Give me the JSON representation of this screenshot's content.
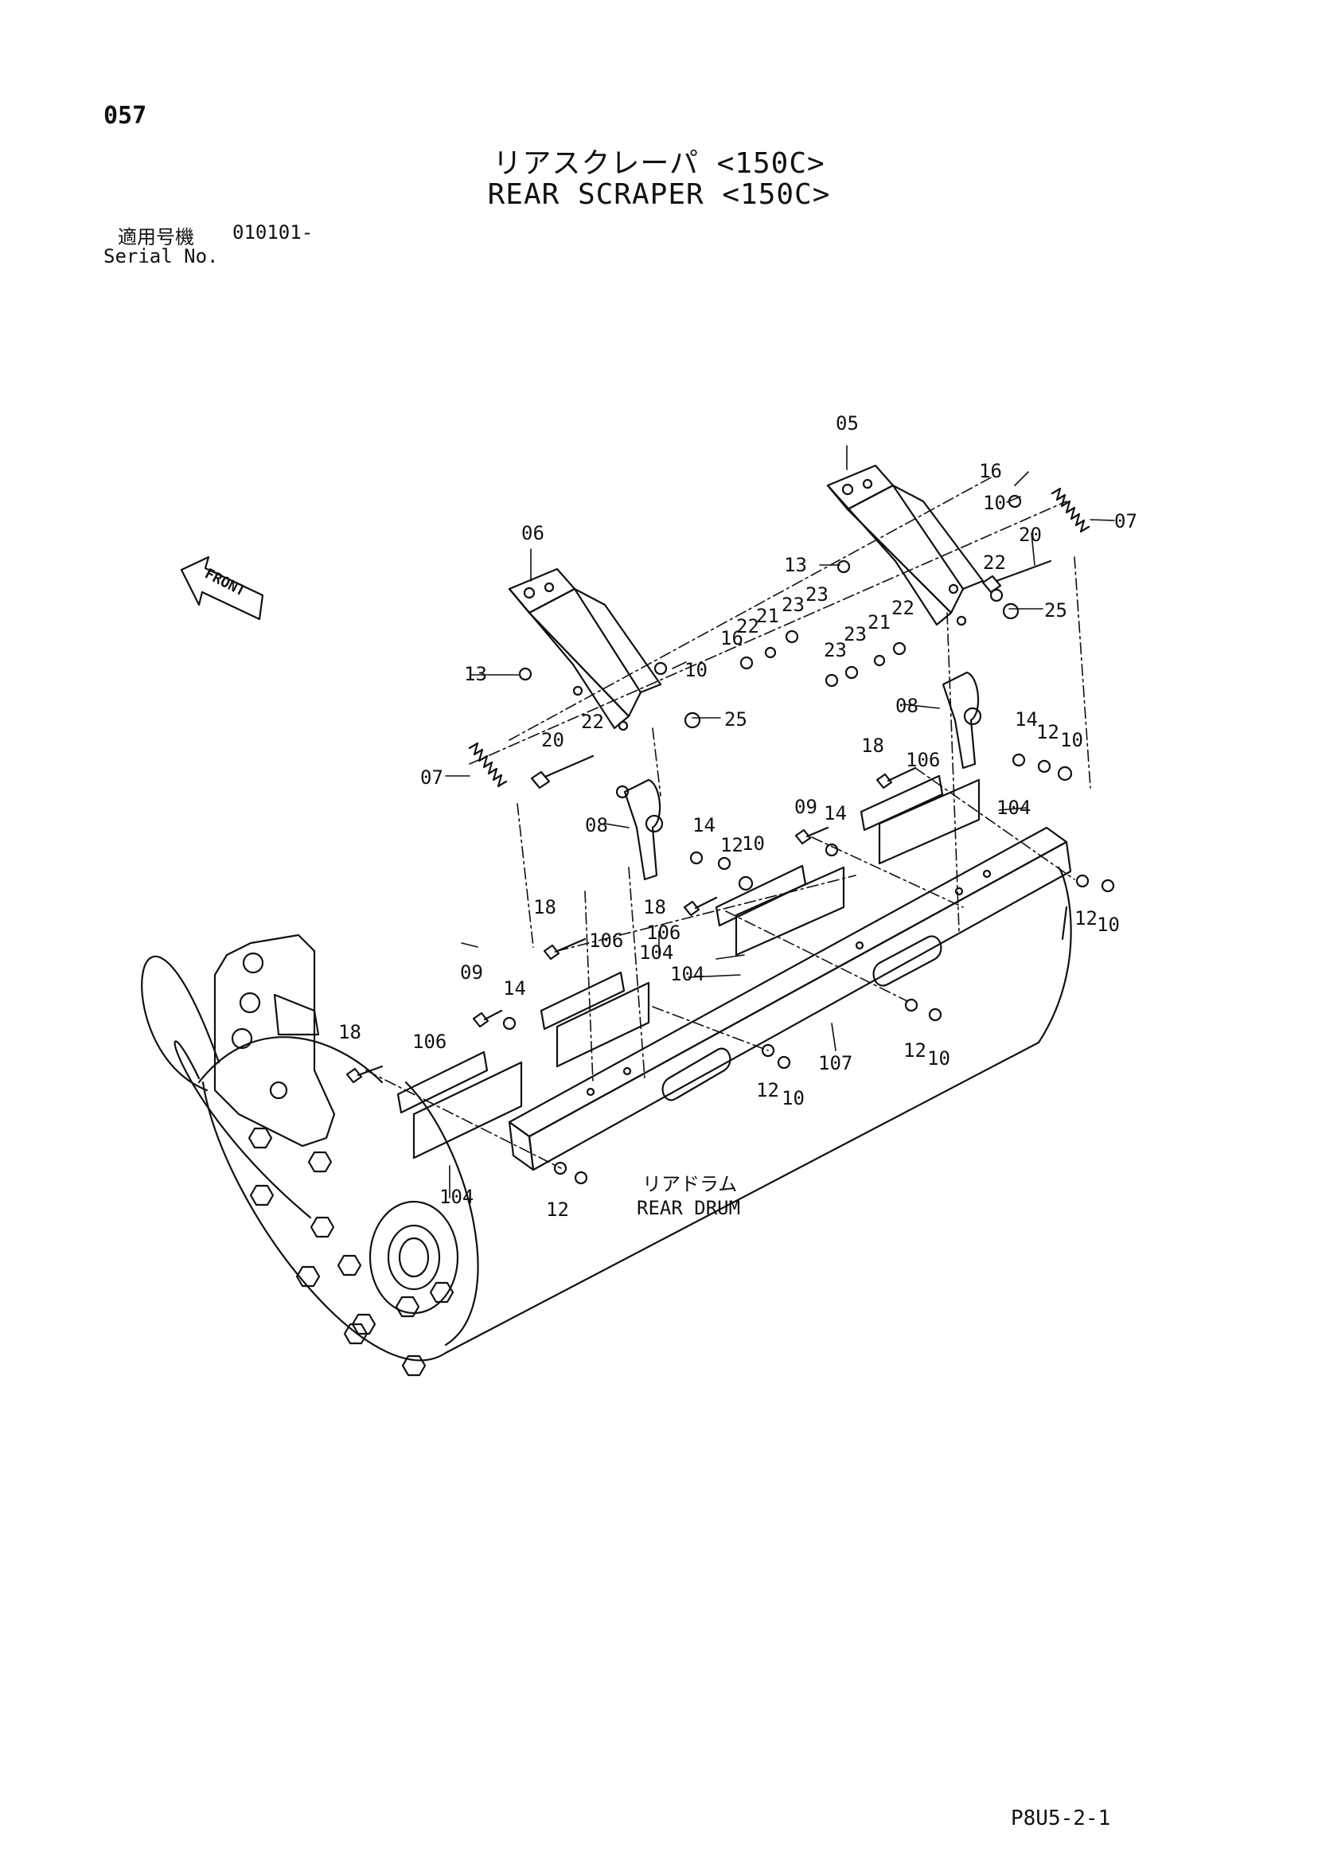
{
  "page_number": "057",
  "title_jp": "リアスクレーパ <150C>",
  "title_en": "REAR SCRAPER <150C>",
  "serial": {
    "label_jp": "適用号機",
    "value": "010101-",
    "label_en": "Serial No."
  },
  "front_label": "FRONT",
  "drum_label_jp": "リアドラム",
  "drum_label_en": "REAR DRUM",
  "page_code": "P8U5-2-1",
  "callouts": {
    "c05": "05",
    "c06": "06",
    "c07a": "07",
    "c07b": "07",
    "c08a": "08",
    "c08b": "08",
    "c09a": "09",
    "c09b": "09",
    "c10a": "10",
    "c10b": "10",
    "c10c": "10",
    "c10d": "10",
    "c10e": "10",
    "c10f": "10",
    "c10g": "10",
    "c12a": "12",
    "c12b": "12",
    "c12c": "12",
    "c12d": "12",
    "c12e": "12",
    "c12f": "12",
    "c13a": "13",
    "c13b": "13",
    "c14a": "14",
    "c14b": "14",
    "c14c": "14",
    "c14d": "14",
    "c16a": "16",
    "c16b": "16",
    "c18a": "18",
    "c18b": "18",
    "c18c": "18",
    "c18d": "18",
    "c20a": "20",
    "c20b": "20",
    "c21a": "21",
    "c21b": "21",
    "c22a": "22",
    "c22b": "22",
    "c22c": "22",
    "c22d": "22",
    "c23a": "23",
    "c23b": "23",
    "c23c": "23",
    "c23d": "23",
    "c25a": "25",
    "c25b": "25",
    "c104a": "104",
    "c104b": "104",
    "c104c": "104",
    "c104d": "104",
    "c106a": "106",
    "c106b": "106",
    "c106c": "106",
    "c106d": "106",
    "c107": "107"
  }
}
